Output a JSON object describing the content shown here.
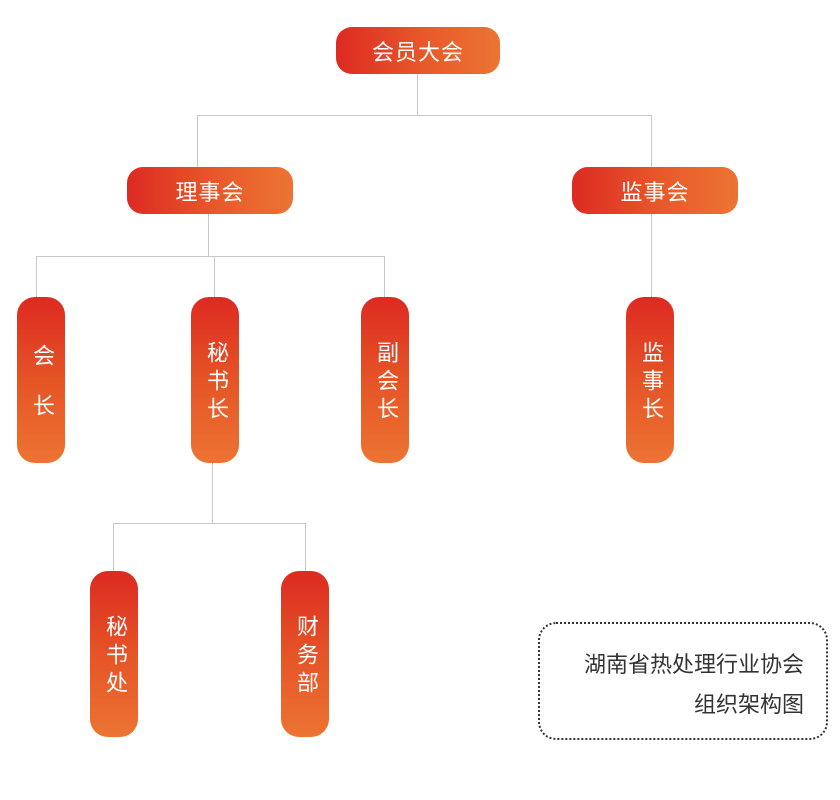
{
  "nodes": {
    "general_assembly": "会员大会",
    "board": "理事会",
    "supervisory_board": "监事会",
    "president": "会长",
    "secretary_general": "秘书长",
    "vice_president": "副会长",
    "supervisor": "监事长",
    "secretariat": "秘书处",
    "finance": "财务部"
  },
  "caption": {
    "line1": "湖南省热处理行业协会",
    "line2": "组织架构图"
  },
  "colors": {
    "node_gradient_start": "#dd2a22",
    "node_gradient_end": "#ec7433",
    "connector": "#c8c8c8",
    "caption_text": "#333333"
  }
}
